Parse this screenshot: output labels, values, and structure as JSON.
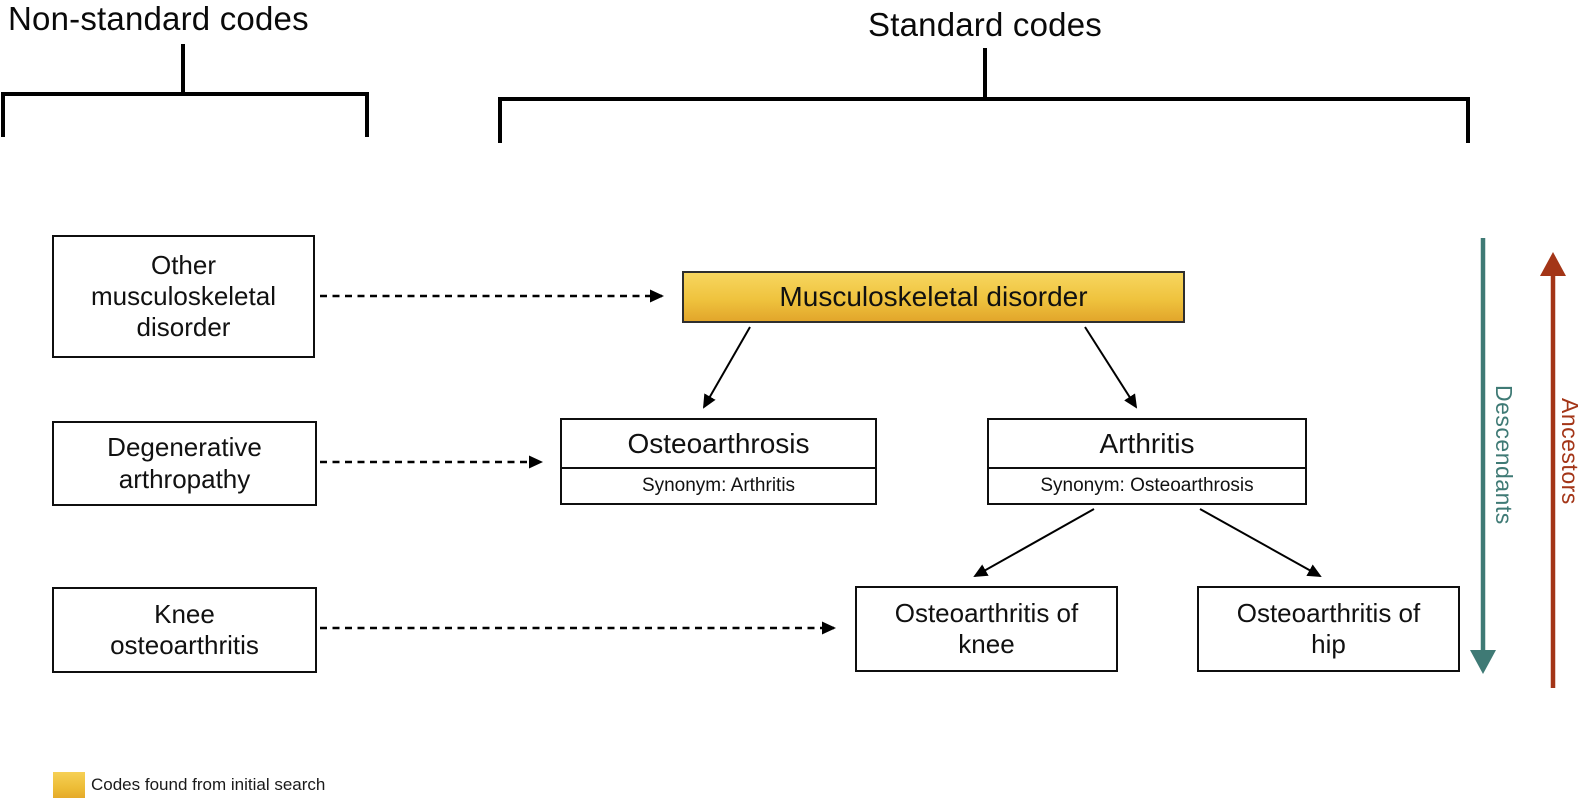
{
  "headers": {
    "non_standard": "Non-standard codes",
    "standard": "Standard codes"
  },
  "non_standard_boxes": [
    {
      "label": "Other\nmusculoskeletal\ndisorder"
    },
    {
      "label": "Degenerative\narthropathy"
    },
    {
      "label": "Knee\nosteoarthritis"
    }
  ],
  "standard_hierarchy": {
    "root": {
      "label": "Musculoskeletal disorder",
      "highlighted": true
    },
    "children": [
      {
        "label": "Osteoarthrosis",
        "synonym": "Synonym: Arthritis"
      },
      {
        "label": "Arthritis",
        "synonym": "Synonym: Osteoarthrosis"
      }
    ],
    "grandchildren": [
      {
        "label": "Osteoarthritis of\nknee"
      },
      {
        "label": "Osteoarthritis of\nhip"
      }
    ]
  },
  "axis_labels": {
    "descendants": "Descendants",
    "ancestors": "Ancestors"
  },
  "legend": {
    "label": "Codes found from initial search"
  },
  "colors": {
    "highlight_gold_top": "#f7d65f",
    "highlight_gold_bottom": "#e2a62b",
    "descendants_teal": "#3f7a75",
    "ancestors_red": "#a33517",
    "line_black": "#000000"
  }
}
